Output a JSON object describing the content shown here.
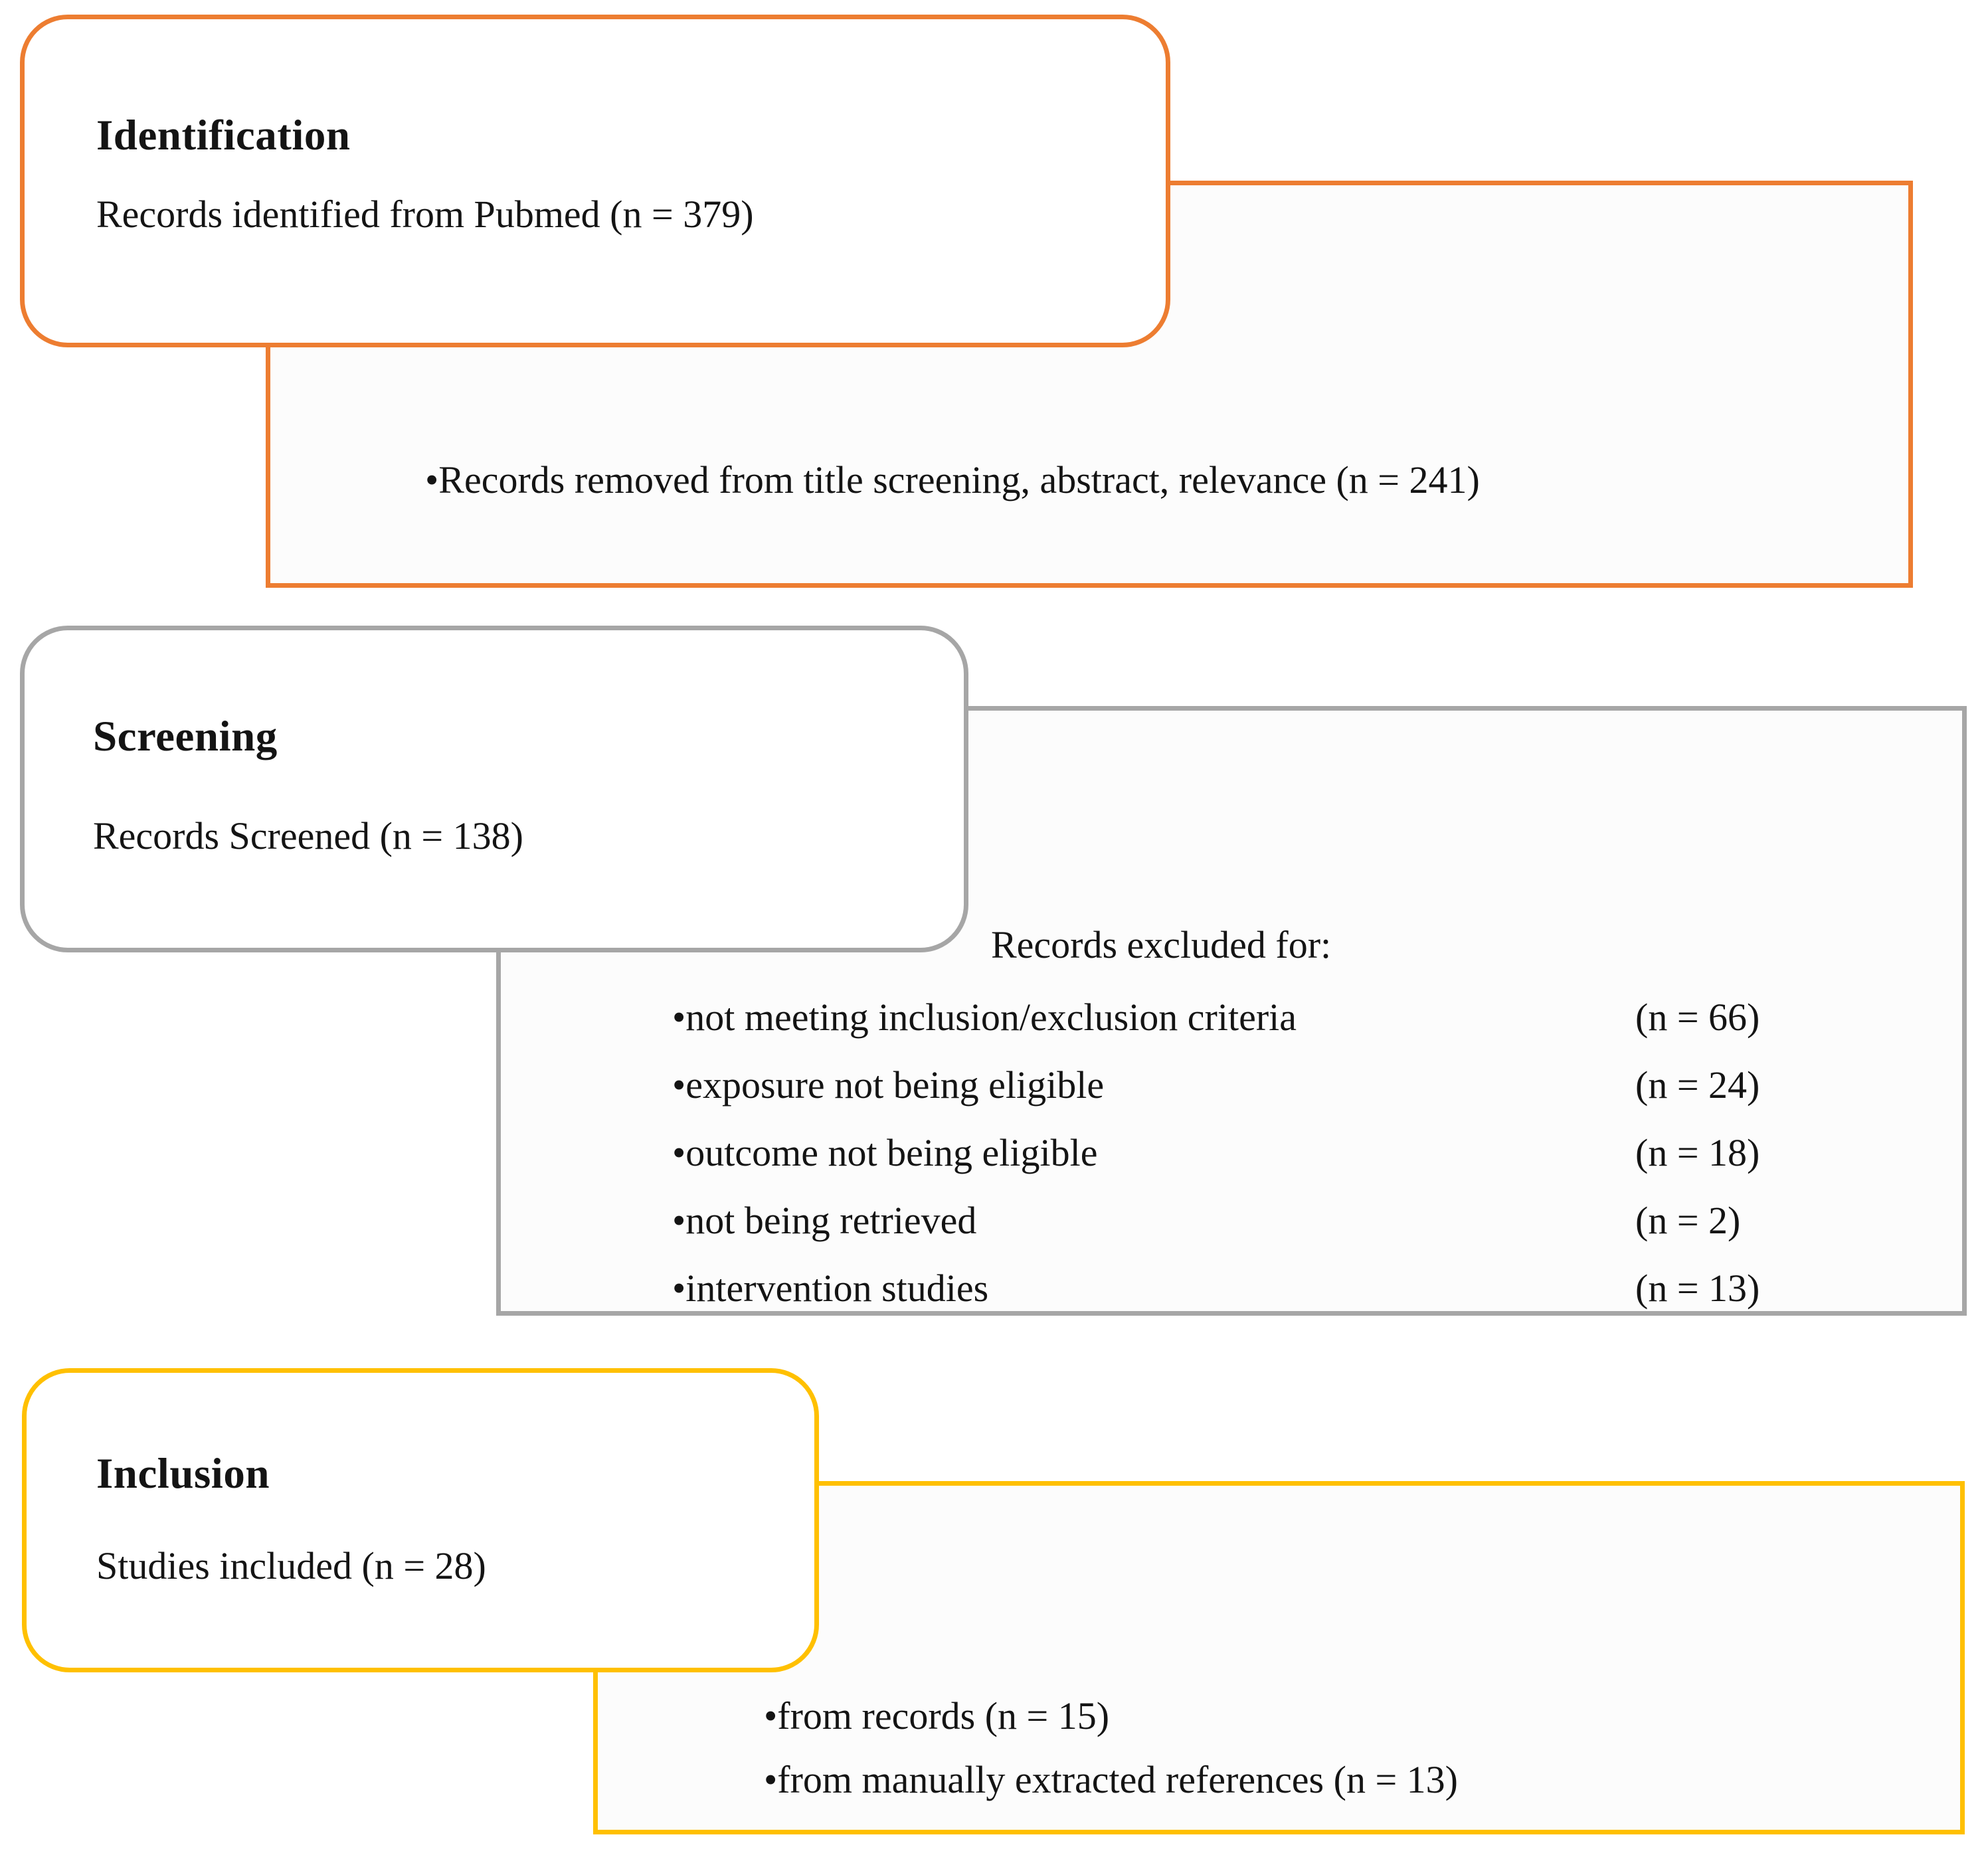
{
  "figure": {
    "type": "prisma-flow-diagram",
    "colors": {
      "identification_accent": "#ED7D31",
      "screening_accent": "#A6A6A6",
      "inclusion_accent": "#FFC000",
      "text": "#141414",
      "panel_fill": "#FCFCFC",
      "box_fill": "#FFFFFF"
    },
    "sections": {
      "identification": {
        "title": "Identification",
        "body": "Records identified from Pubmed (n = 379)",
        "removed_note": "•Records removed from title screening, abstract, relevance (n = 241)"
      },
      "screening": {
        "title": "Screening",
        "body": "Records Screened (n = 138)",
        "excluded_heading": "Records excluded for:",
        "exclusions": [
          {
            "label": "•not meeting inclusion/exclusion criteria",
            "value": "(n = 66)"
          },
          {
            "label": "•exposure not being eligible",
            "value": "(n = 24)"
          },
          {
            "label": "•outcome not being eligible",
            "value": "(n = 18)"
          },
          {
            "label": "•not being retrieved",
            "value": "(n = 2)"
          },
          {
            "label": "•intervention studies",
            "value": "(n = 13)"
          }
        ]
      },
      "inclusion": {
        "title": "Inclusion",
        "body": "Studies included (n = 28)",
        "sources": [
          {
            "label": "•from records (n = 15)"
          },
          {
            "label": "•from manually extracted references (n = 13)"
          }
        ]
      }
    }
  }
}
